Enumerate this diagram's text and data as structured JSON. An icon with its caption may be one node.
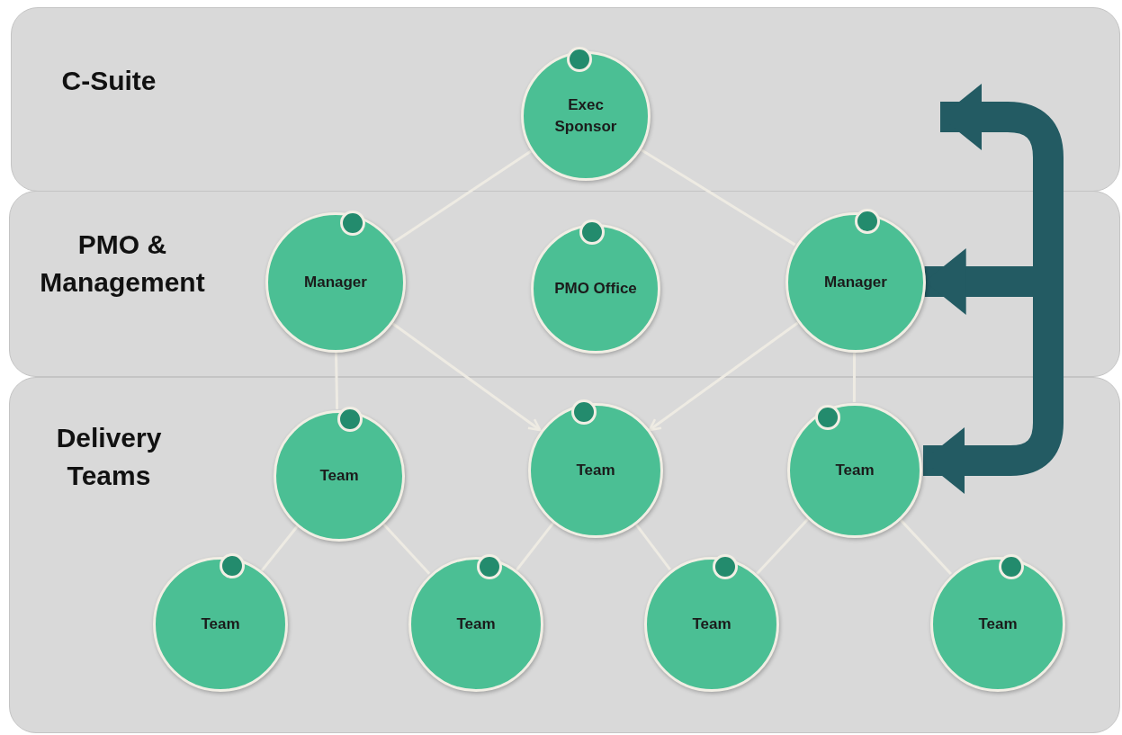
{
  "diagram": {
    "nodes": [
      {
        "text": [
          "C-Suite"
        ]
      },
      {
        "text": [
          "PMO & Management"
        ]
      },
      {
        "text": [
          "Delivery Teams"
        ]
      },
      {
        "text": [
          "Exec Sponsor"
        ],
        "in": 0
      },
      {
        "text": [
          "Manager"
        ],
        "in": 1
      },
      {
        "text": [
          "PMO Office"
        ],
        "in": 1
      },
      {
        "text": [
          "Manager"
        ],
        "in": 1
      },
      {
        "text": [
          "Team"
        ],
        "in": 2
      },
      {
        "text": [
          "Team"
        ],
        "in": 2
      },
      {
        "text": [
          "Team"
        ],
        "in": 2
      },
      {
        "text": [
          "Team"
        ],
        "in": 2
      },
      {
        "text": [
          "Team"
        ],
        "in": 2
      },
      {
        "text": [
          "Team"
        ],
        "in": 2
      },
      {
        "text": [
          "Team"
        ],
        "in": 2
      }
    ],
    "edges": [
      {
        "from": 3,
        "to": 4,
        "arrow": "none"
      },
      {
        "from": 3,
        "to": 6,
        "arrow": "none"
      },
      {
        "from": 4,
        "to": 7,
        "arrow": "none"
      },
      {
        "from": 4,
        "to": 8,
        "arrow": "to"
      },
      {
        "from": 6,
        "to": 8,
        "arrow": "to"
      },
      {
        "from": 6,
        "to": 9,
        "arrow": "none"
      },
      {
        "from": 7,
        "to": 10,
        "arrow": "none"
      },
      {
        "from": 7,
        "to": 11,
        "arrow": "none"
      },
      {
        "from": 8,
        "to": 11,
        "arrow": "none"
      },
      {
        "from": 8,
        "to": 12,
        "arrow": "none"
      },
      {
        "from": 9,
        "to": 12,
        "arrow": "none"
      },
      {
        "from": 9,
        "to": 13,
        "arrow": "none"
      },
      {
        "from": null,
        "to": 0,
        "arrow": "to",
        "style": "thick",
        "color": "#235b63"
      },
      {
        "from": null,
        "to": 6,
        "arrow": "to",
        "style": "thick",
        "color": "#235b63"
      },
      {
        "from": null,
        "to": 9,
        "arrow": "to",
        "style": "thick",
        "color": "#235b63"
      }
    ]
  }
}
